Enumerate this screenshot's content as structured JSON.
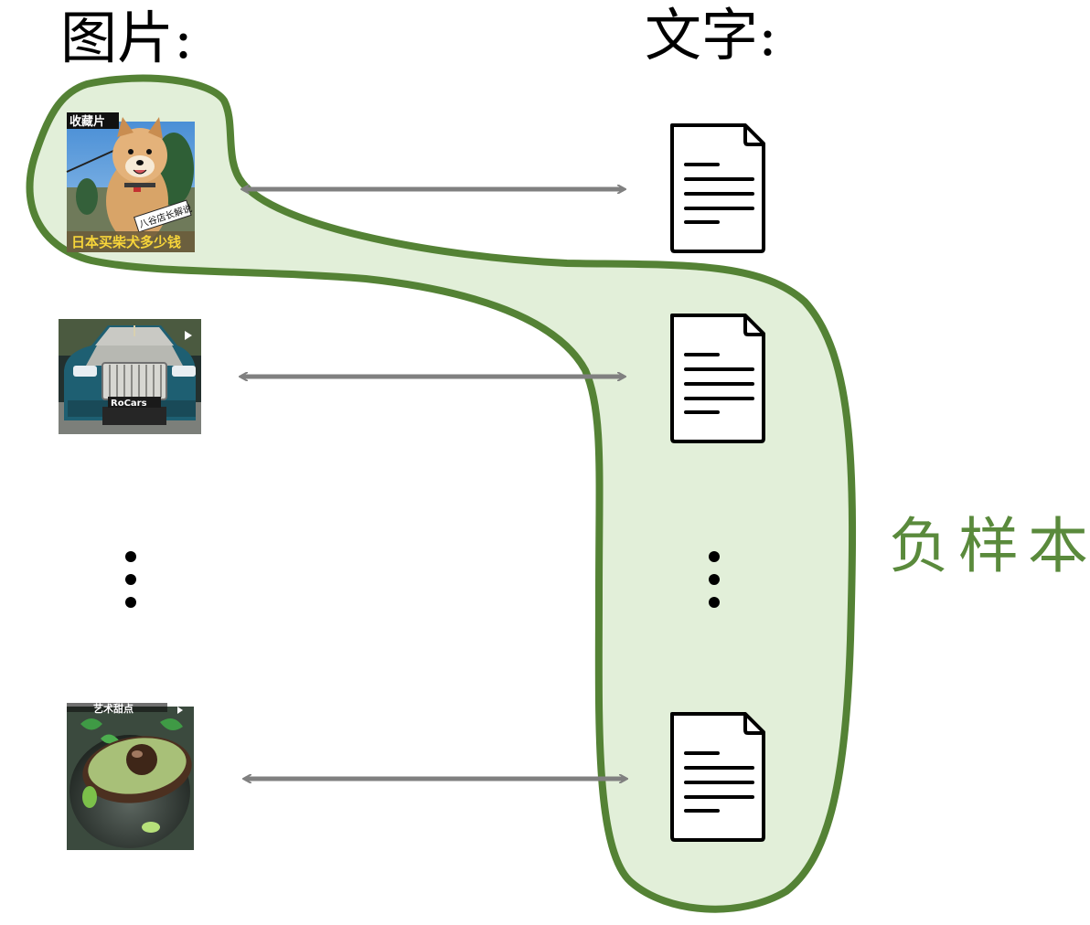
{
  "headings": {
    "images": "图片:",
    "texts": "文字:"
  },
  "negative_label": "负样本",
  "colors": {
    "blob_fill": "#e2efd9",
    "blob_stroke": "#548235",
    "label": "#5a8a3c",
    "arrow": "#808080",
    "doc_stroke": "#000000"
  },
  "thumbnails": [
    {
      "subject": "shiba-inu-dog",
      "top_tag": "收藏片",
      "sticker": "八谷店长解说",
      "caption": "日本买柴犬多少钱"
    },
    {
      "subject": "rolls-royce-car",
      "badge": "RoCars"
    },
    {
      "subject": "avocado-dessert",
      "top_tag": "艺术甜点"
    }
  ],
  "pair_count": 3,
  "ellipsis": "⋮"
}
